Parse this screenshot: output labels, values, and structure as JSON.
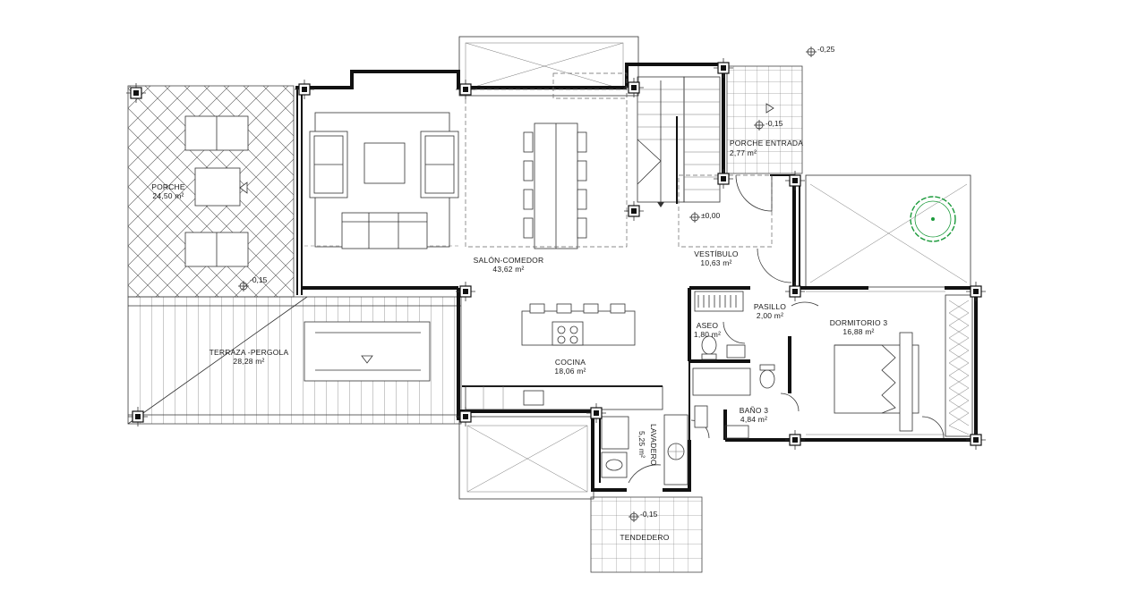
{
  "rooms": {
    "porche": {
      "name": "PORCHE",
      "area": "24,50 m²"
    },
    "terraza": {
      "name": "TERRAZA -PERGOLA",
      "area": "28,28 m²"
    },
    "salon": {
      "name": "SALÓN-COMEDOR",
      "area": "43,62 m²"
    },
    "cocina": {
      "name": "COCINA",
      "area": "18,06 m²"
    },
    "vestibulo": {
      "name": "VESTÍBULO",
      "area": "10,63 m²"
    },
    "porche_entrada": {
      "name": "PORCHE ENTRADA",
      "area": "2,77 m²"
    },
    "pasillo": {
      "name": "PASILLO",
      "area": "2,00 m²"
    },
    "aseo": {
      "name": "ASEO",
      "area": "1,80 m²"
    },
    "dormitorio": {
      "name": "DORMITORIO 3",
      "area": "16,88 m²"
    },
    "bano": {
      "name": "BAÑO 3",
      "area": "4,84 m²"
    },
    "lavadero": {
      "name": "LAVADERO",
      "area": "5,25 m²"
    },
    "tendedero": {
      "name": "TENDEDERO"
    }
  },
  "levels": {
    "top": "-0,25",
    "entrada": "-0,15",
    "interior": "±0,00",
    "porche": "-0,15",
    "tendedero": "-0,15"
  },
  "colors": {
    "wall": "#111111",
    "line": "#333333",
    "tree": "#1a9a3a"
  },
  "icons": [
    "column-marker-icon",
    "level-marker-icon",
    "tree-icon",
    "door-swing-icon",
    "stair-arrow-icon"
  ]
}
